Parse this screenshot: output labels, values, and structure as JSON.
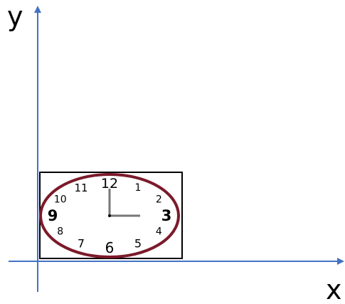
{
  "axes": {
    "x_label": "x",
    "y_label": "y",
    "color": "#4472C4"
  },
  "clock": {
    "numbers": [
      "12",
      "1",
      "2",
      "3",
      "4",
      "5",
      "6",
      "7",
      "8",
      "9",
      "10",
      "11"
    ],
    "time": "3:00",
    "rim_color": "#7B1A2A",
    "frame_color": "#000000"
  }
}
